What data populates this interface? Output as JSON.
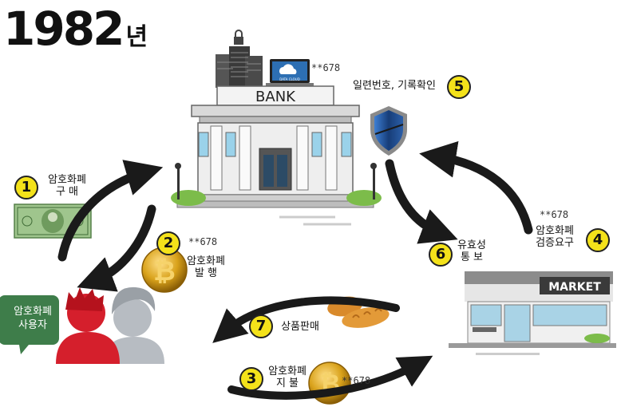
{
  "year": {
    "number": "1982",
    "suffix": "년"
  },
  "bank_sign": "BANK",
  "market_sign": "MARKET",
  "server_label": "DATA CLOUD",
  "bubble": {
    "line1": "암호화폐",
    "line2": "사용자"
  },
  "steps": [
    {
      "num": "1",
      "line1": "암호화폐",
      "line2": "구 매"
    },
    {
      "num": "2",
      "line1": "암호화폐",
      "line2": "발 행",
      "code": "**678"
    },
    {
      "num": "3",
      "line1": "암호화폐",
      "line2": "지 불",
      "code": "**678"
    },
    {
      "num": "4",
      "line1": "암호화폐",
      "line2": "검증요구",
      "code": "**678"
    },
    {
      "num": "5",
      "line1": "일련번호, 기록확인",
      "code": "**678"
    },
    {
      "num": "6",
      "line1": "유효성",
      "line2": "통 보"
    },
    {
      "num": "7",
      "line1": "상품판매"
    }
  ],
  "colors": {
    "accent": "#f4e21a",
    "bubble": "#3e7d4a",
    "arrow": "#1a1a1a",
    "user_red": "#d51f2c",
    "user_gray": "#b7bcc2",
    "coin": "#d9a21b",
    "shield": "#1e4b8f"
  }
}
